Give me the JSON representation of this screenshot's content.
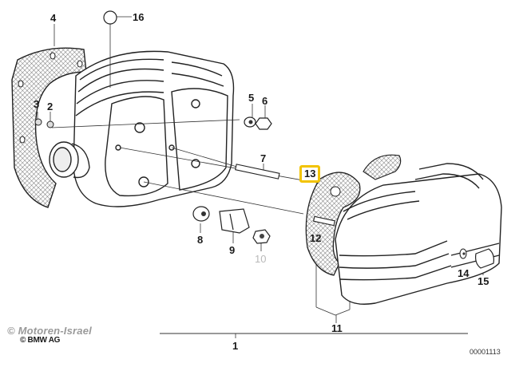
{
  "diagram": {
    "title": "Cylinder head and cylinder head cover",
    "highlight_color": "#f2c300",
    "callouts": [
      {
        "id": "1",
        "label": "1",
        "style": "normal"
      },
      {
        "id": "2",
        "label": "2",
        "style": "normal"
      },
      {
        "id": "3",
        "label": "3",
        "style": "normal"
      },
      {
        "id": "4",
        "label": "4",
        "style": "normal"
      },
      {
        "id": "5",
        "label": "5",
        "style": "normal"
      },
      {
        "id": "6",
        "label": "6",
        "style": "normal"
      },
      {
        "id": "7",
        "label": "7",
        "style": "normal"
      },
      {
        "id": "8",
        "label": "8",
        "style": "normal"
      },
      {
        "id": "9",
        "label": "9",
        "style": "normal"
      },
      {
        "id": "10",
        "label": "10",
        "style": "muted"
      },
      {
        "id": "11",
        "label": "11",
        "style": "normal"
      },
      {
        "id": "12",
        "label": "12",
        "style": "normal"
      },
      {
        "id": "13",
        "label": "13",
        "style": "highlighted"
      },
      {
        "id": "14",
        "label": "14",
        "style": "normal"
      },
      {
        "id": "15",
        "label": "15",
        "style": "normal"
      },
      {
        "id": "16",
        "label": "16",
        "style": "normal"
      }
    ]
  },
  "footer": {
    "watermark": "© Motoren-Israel",
    "copyright": "© BMW AG",
    "document_number": "00001113"
  }
}
